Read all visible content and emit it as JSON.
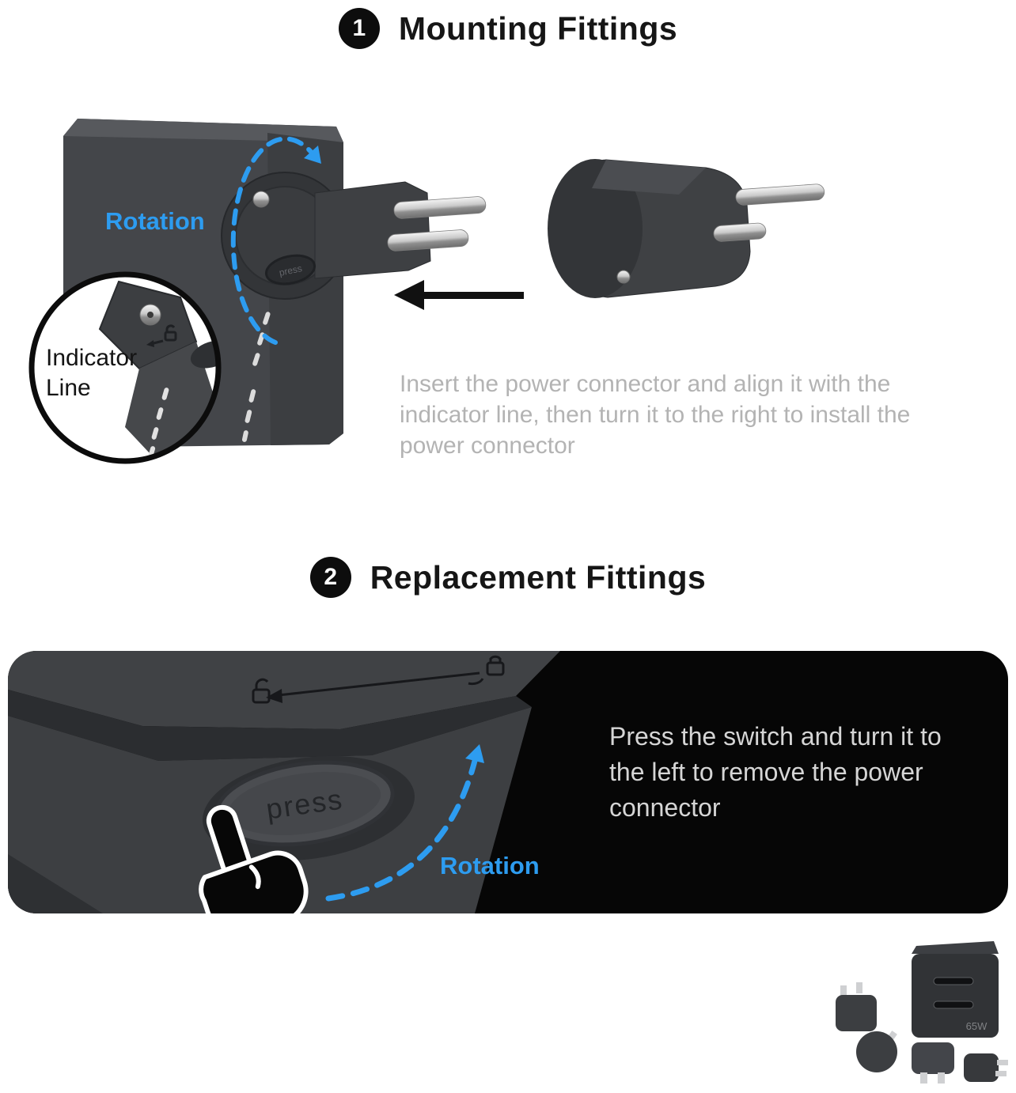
{
  "colors": {
    "accent": "#2d9cf0",
    "panel_bg": "#060606"
  },
  "section1": {
    "number": "1",
    "title": "Mounting Fittings",
    "rotation_label": "Rotation",
    "press_label": "press",
    "indicator_line1": "Indicator",
    "indicator_line2": "Line",
    "description": "Insert the power connector and align it with the indicator line, then turn it to the right to install the power connector"
  },
  "section2": {
    "number": "2",
    "title": "Replacement Fittings",
    "press_label": "press",
    "rotation_label": "Rotation",
    "description": "Press the switch and turn it to the left to remove the power connector"
  },
  "product": {
    "wattage_label": "65W"
  }
}
